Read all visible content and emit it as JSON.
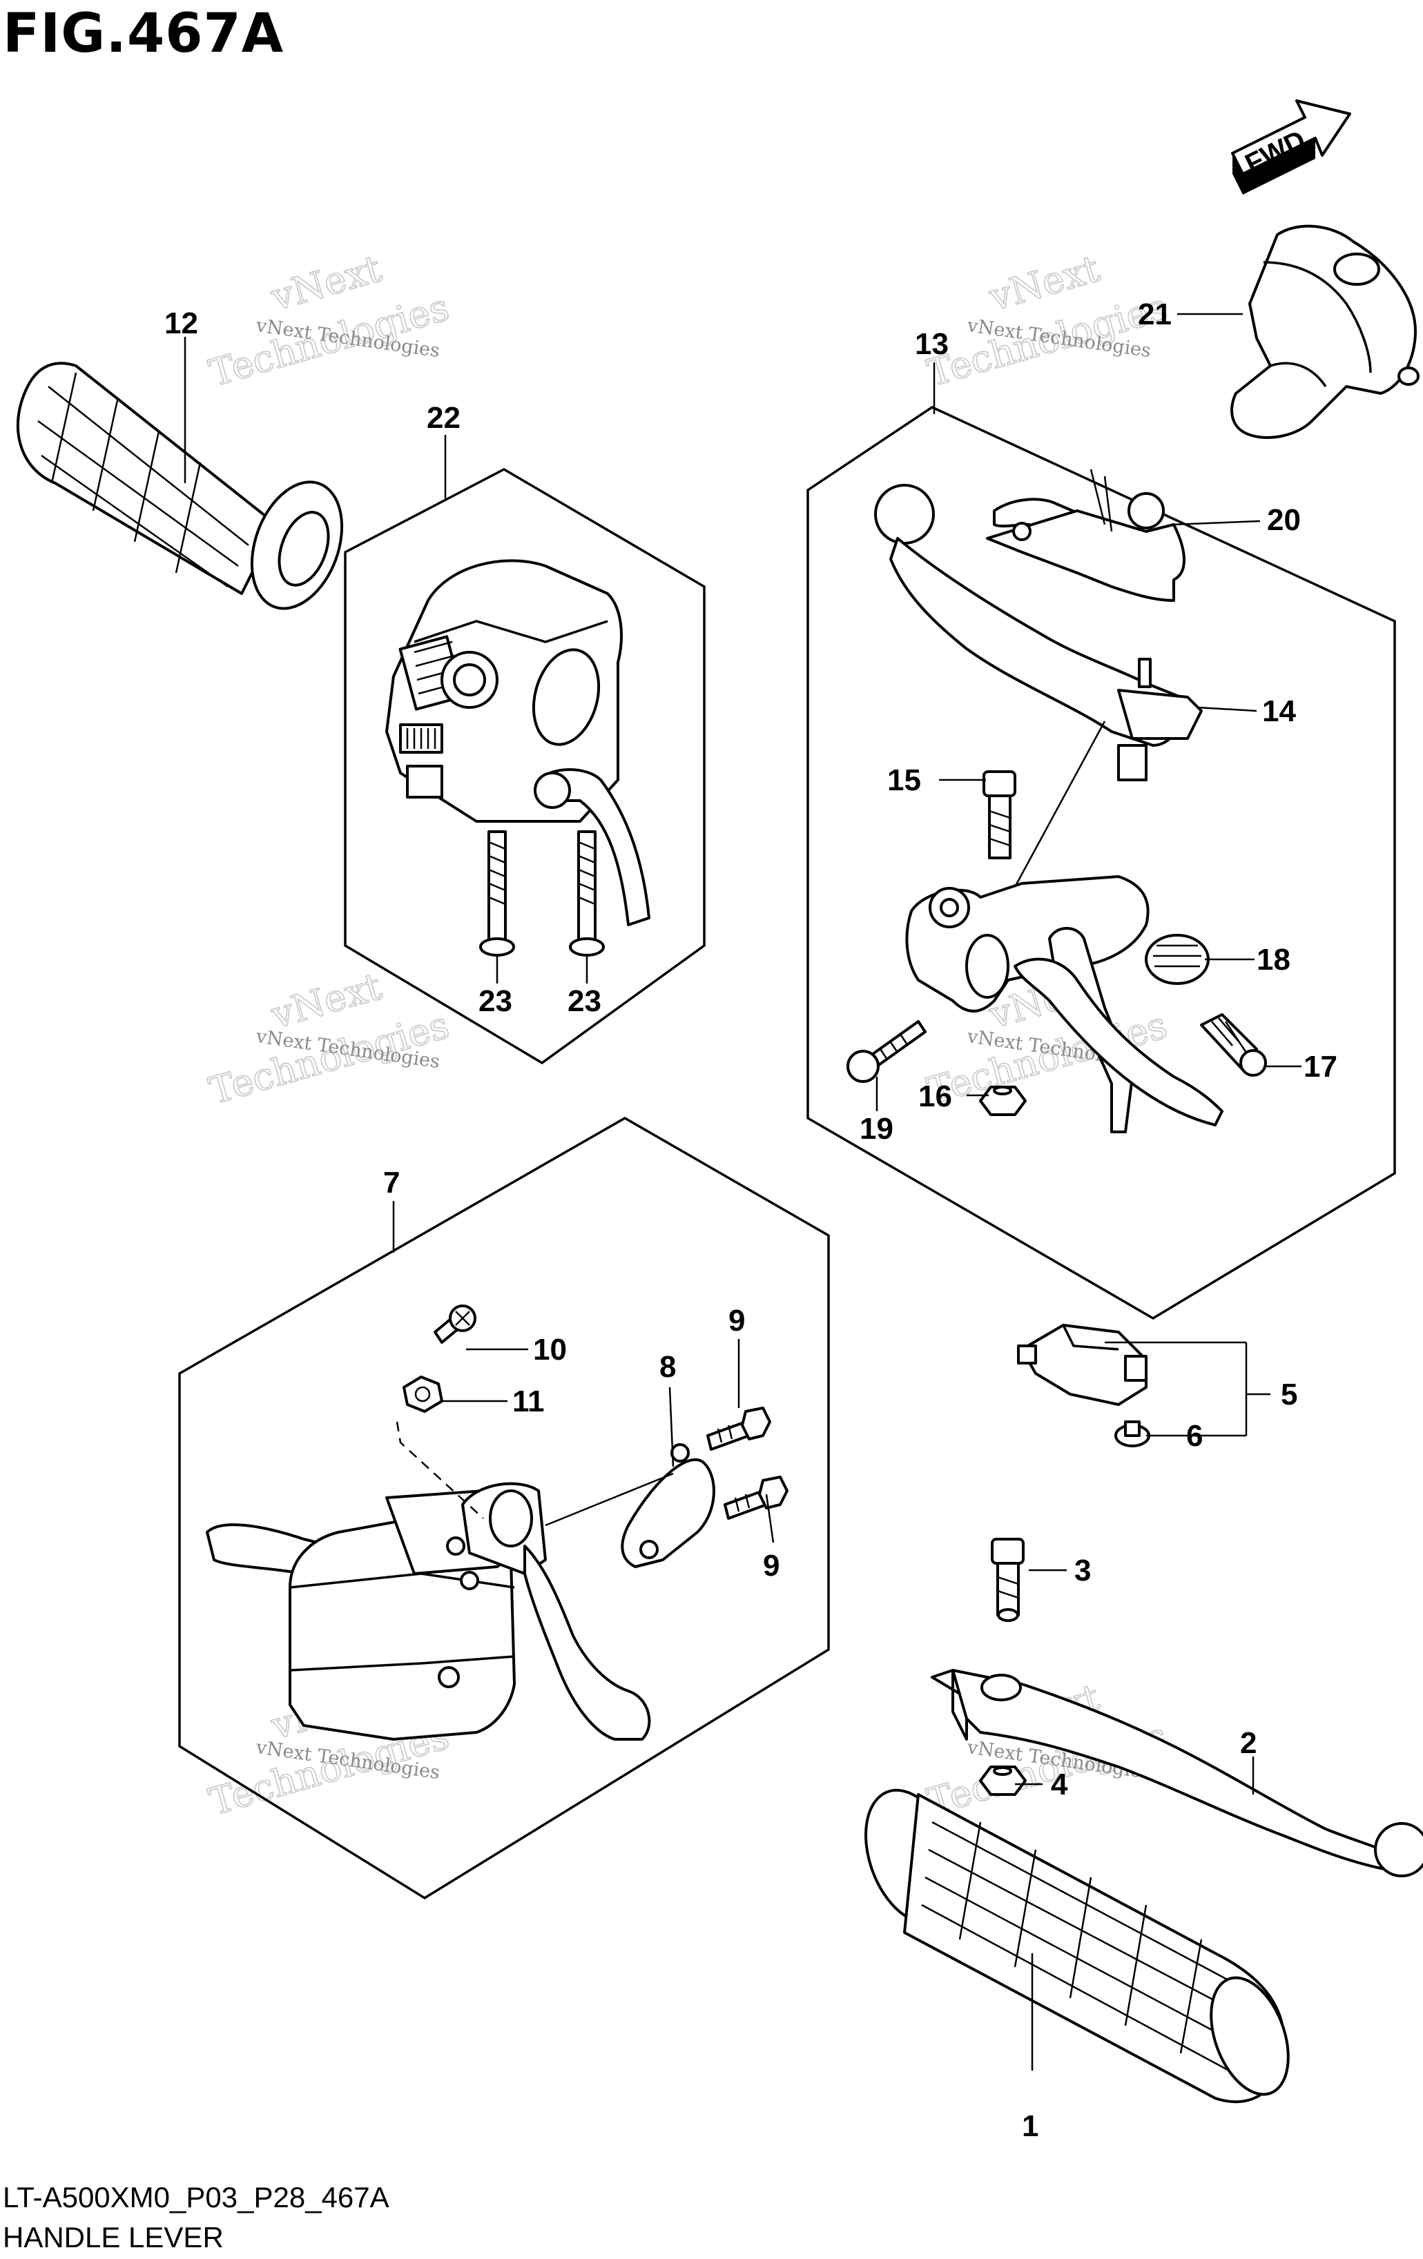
{
  "figure": {
    "title": "FIG.467A",
    "code": "LT-A500XM0_P03_P28_467A",
    "caption": "HANDLE LEVER",
    "fwd_label": "FWD"
  },
  "watermark": {
    "line1": "vNext Technologies",
    "line2": "vNext",
    "line3": "Technologies"
  },
  "callouts": [
    {
      "id": "c1",
      "label": "1"
    },
    {
      "id": "c2",
      "label": "2"
    },
    {
      "id": "c3",
      "label": "3"
    },
    {
      "id": "c4",
      "label": "4"
    },
    {
      "id": "c5",
      "label": "5"
    },
    {
      "id": "c6",
      "label": "6"
    },
    {
      "id": "c7",
      "label": "7"
    },
    {
      "id": "c8",
      "label": "8"
    },
    {
      "id": "c9a",
      "label": "9"
    },
    {
      "id": "c9b",
      "label": "9"
    },
    {
      "id": "c10",
      "label": "10"
    },
    {
      "id": "c11",
      "label": "11"
    },
    {
      "id": "c12",
      "label": "12"
    },
    {
      "id": "c13",
      "label": "13"
    },
    {
      "id": "c14",
      "label": "14"
    },
    {
      "id": "c15",
      "label": "15"
    },
    {
      "id": "c16",
      "label": "16"
    },
    {
      "id": "c17",
      "label": "17"
    },
    {
      "id": "c18",
      "label": "18"
    },
    {
      "id": "c19",
      "label": "19"
    },
    {
      "id": "c20",
      "label": "20"
    },
    {
      "id": "c21",
      "label": "21"
    },
    {
      "id": "c22",
      "label": "22"
    },
    {
      "id": "c23a",
      "label": "23"
    },
    {
      "id": "c23b",
      "label": "23"
    }
  ]
}
